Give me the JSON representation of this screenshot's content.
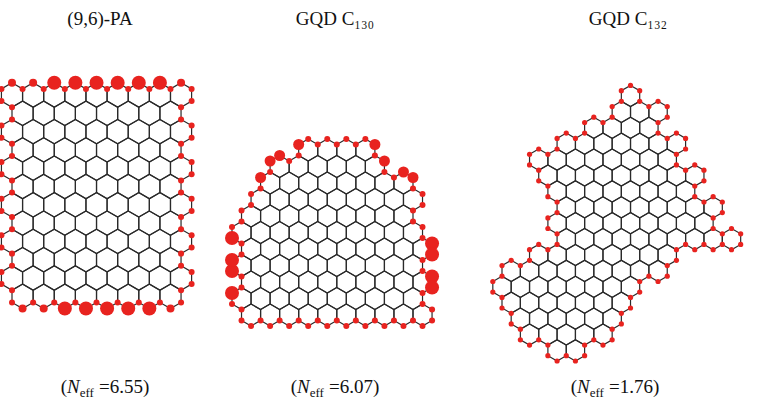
{
  "diagram": {
    "labels": [
      "(9,6)-PA",
      "GQD C₁₃₀",
      "GQD C₁₃₂",
      "(",
      "N",
      "eff",
      "=6.55)",
      "(",
      "N",
      "eff",
      "=6.07)",
      "(",
      "N",
      "eff",
      "=1.76)"
    ]
  }
}
